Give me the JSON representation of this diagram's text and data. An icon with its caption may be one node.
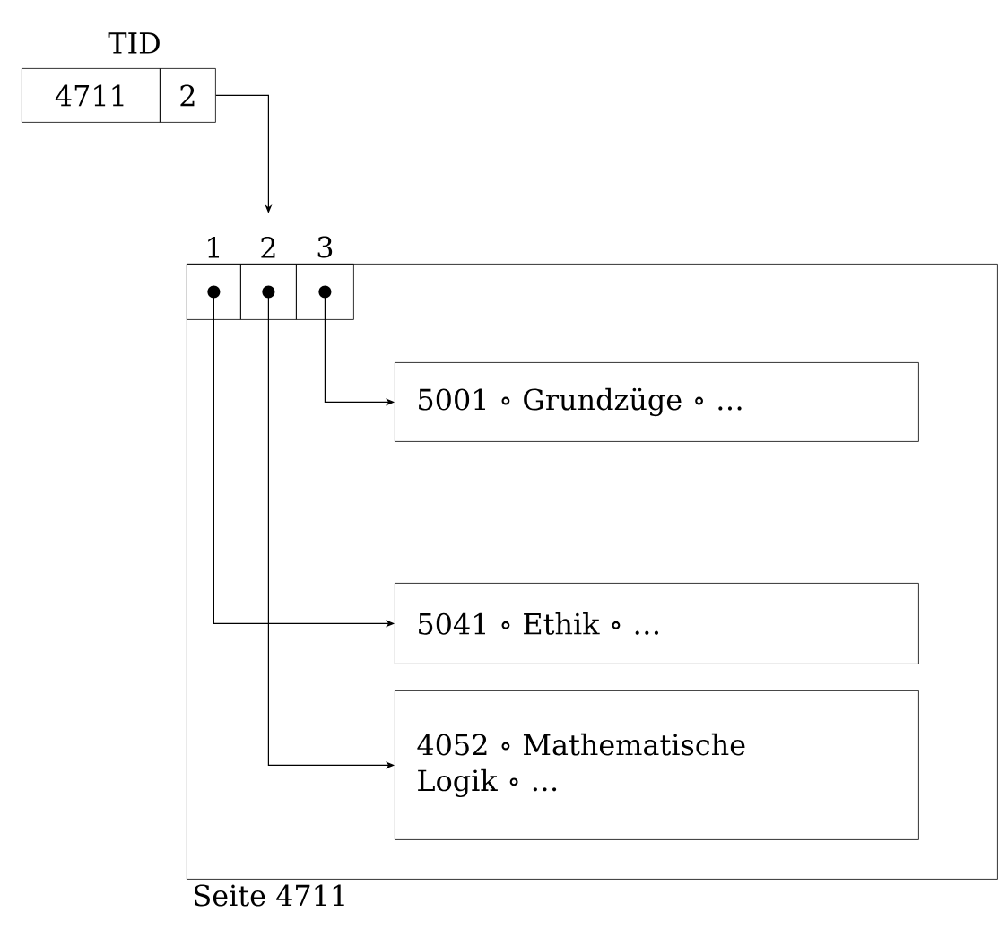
{
  "diagram": {
    "nodes": [
      {
        "text": [
          "Seite 4711"
        ]
      },
      {
        "text": [
          "4711"
        ],
        "beside": [
          "TID"
        ]
      },
      {
        "text": [
          "2"
        ]
      },
      {
        "text": [],
        "shape": "box",
        "beside": [
          "1"
        ],
        "in": 0
      },
      {
        "text": [],
        "shape": "box",
        "beside": [
          "2"
        ],
        "in": 0
      },
      {
        "text": [],
        "shape": "box",
        "beside": [
          "3"
        ],
        "in": 0
      },
      {
        "text": [
          "5001 ∘ Grundzüge ∘ …"
        ],
        "in": 0
      },
      {
        "text": [
          "5041 ∘ Ethik ∘ …"
        ],
        "in": 0
      },
      {
        "text": [
          "4052 ∘ Mathematische Logik ∘ …"
        ],
        "in": 0
      }
    ],
    "edges": [
      {
        "from": 2,
        "to": 4,
        "arrow": "to"
      },
      {
        "from": 5,
        "to": 6,
        "arrow": "to"
      },
      {
        "from": 3,
        "to": 7,
        "arrow": "to"
      },
      {
        "from": 4,
        "to": 8,
        "arrow": "to"
      }
    ]
  }
}
